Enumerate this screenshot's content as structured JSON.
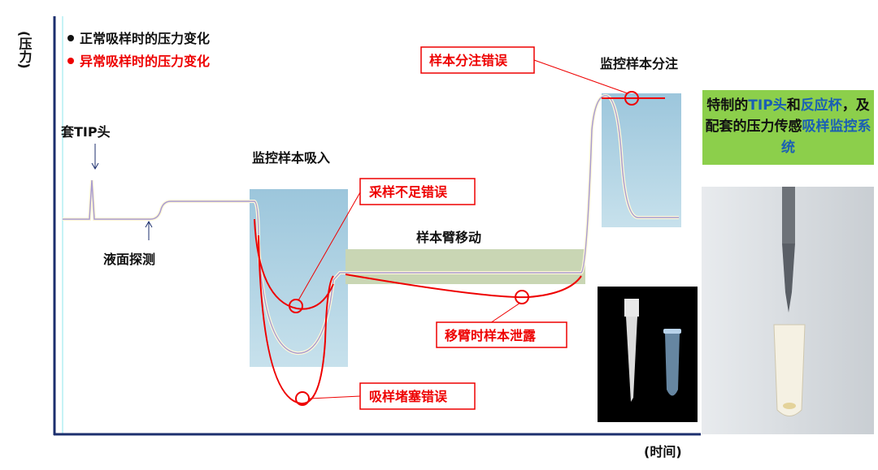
{
  "axes": {
    "y_label": "(压力)",
    "x_label": "(时间)"
  },
  "legend": [
    {
      "label": "正常吸样时的压力变化",
      "color": "#111111"
    },
    {
      "label": "异常吸样时的压力变化",
      "color": "#ee0000"
    }
  ],
  "stages": {
    "tip": "套TIP头",
    "liquid": "液面探测",
    "aspirate": "监控样本吸入",
    "move": "样本臂移动",
    "dispense": "监控样本分注"
  },
  "errors": {
    "dispense_error": "样本分注错误",
    "insufficient": "采样不足错误",
    "leak": "移臂时样本泄露",
    "clog": "吸样堵塞错误"
  },
  "note": {
    "p1": "特制的",
    "p2": "TIP头",
    "p3": "和",
    "p4": "反应杯",
    "p5": "，及配套的压力传感",
    "p6": "吸样监控系统"
  },
  "colors": {
    "error": "#ee0000",
    "box": "#a9cde0",
    "band": "#c9d6b4",
    "note_bg": "#8ccf4b",
    "note_accent": "#1a5fb4"
  }
}
